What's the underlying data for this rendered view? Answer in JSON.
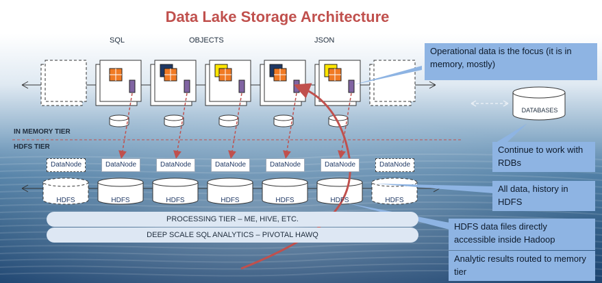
{
  "title": "Data Lake Storage Architecture",
  "columns": [
    "SQL",
    "OBJECTS",
    "JSON"
  ],
  "tiers": {
    "memory": "IN MEMORY TIER",
    "hdfs": "HDFS TIER"
  },
  "datanode_label": "DataNode",
  "hdfs_label": "HDFS",
  "databases_label": "DATABASES",
  "bars": {
    "processing": "PROCESSING TIER – ME, HIVE, ETC.",
    "deep": "DEEP SCALE SQL ANALYTICS  – PIVOTAL HAWQ"
  },
  "notes": {
    "operational": "Operational data is the focus (it is in memory,  mostly)",
    "rdbs": "Continue to work with RDBs",
    "history": "All data, history in HDFS",
    "hdfs_files": "HDFS data files directly accessible inside Hadoop",
    "analytic": "Analytic results routed to memory  tier"
  },
  "colors": {
    "title": "#c0504d",
    "orange": "#f07a24",
    "navy": "#1f3864",
    "yellow": "#ffe600",
    "purple": "#8064a2",
    "note": "#8eb4e3",
    "arrow_red": "#c0504d"
  }
}
